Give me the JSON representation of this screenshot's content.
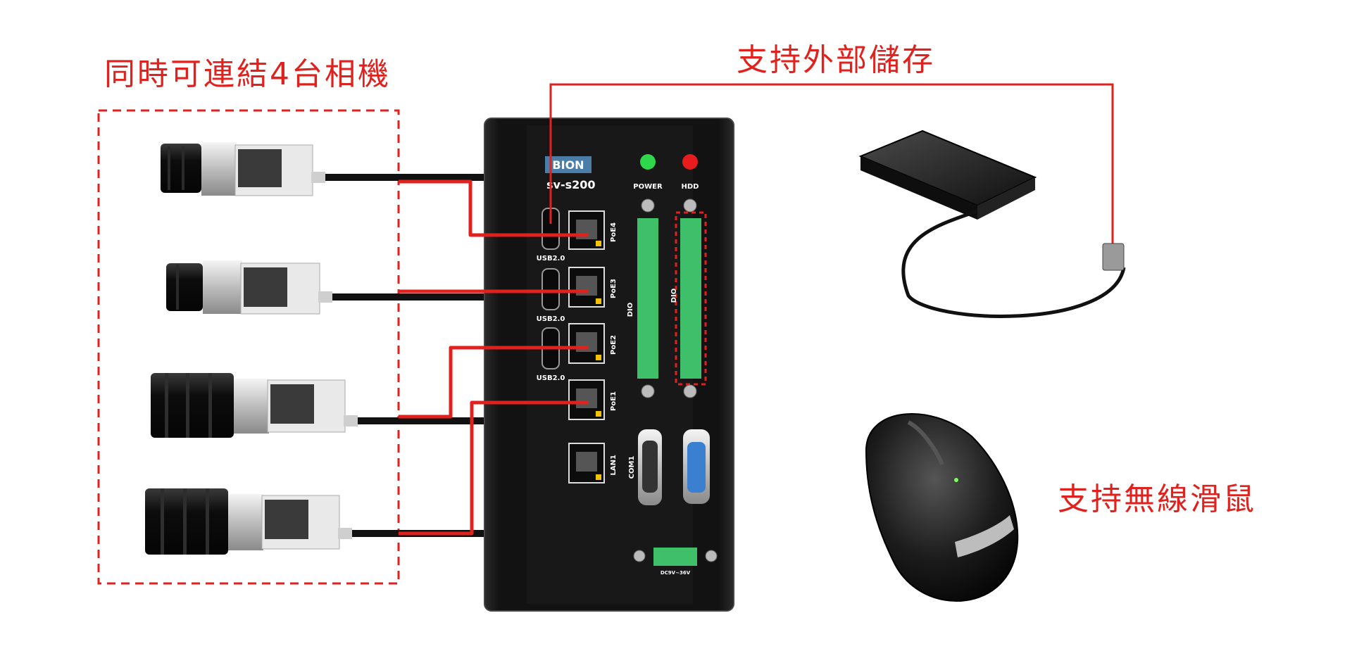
{
  "captions": {
    "cameras": "同時可連結4台相機",
    "storage": "支持外部儲存",
    "mouse": "支持無線滑鼠"
  },
  "device": {
    "brand": "BION",
    "model": "sv-s200",
    "led_power": "POWER",
    "led_hdd": "HDD",
    "usb_label": "USB2.0",
    "poe_labels": [
      "PoE4",
      "PoE3",
      "PoE2",
      "PoE1"
    ],
    "lan_label": "LAN1",
    "dio_label": "DIO",
    "com_label": "COM1",
    "power_input_label": "DC9V~36V"
  },
  "colors": {
    "accent": "#e0221e",
    "device_body": "#141414",
    "terminal_green": "#3fbf6a",
    "vga_blue": "#3a7fd0",
    "led_power": "#2fd84a",
    "led_hdd": "#e81c1c"
  }
}
